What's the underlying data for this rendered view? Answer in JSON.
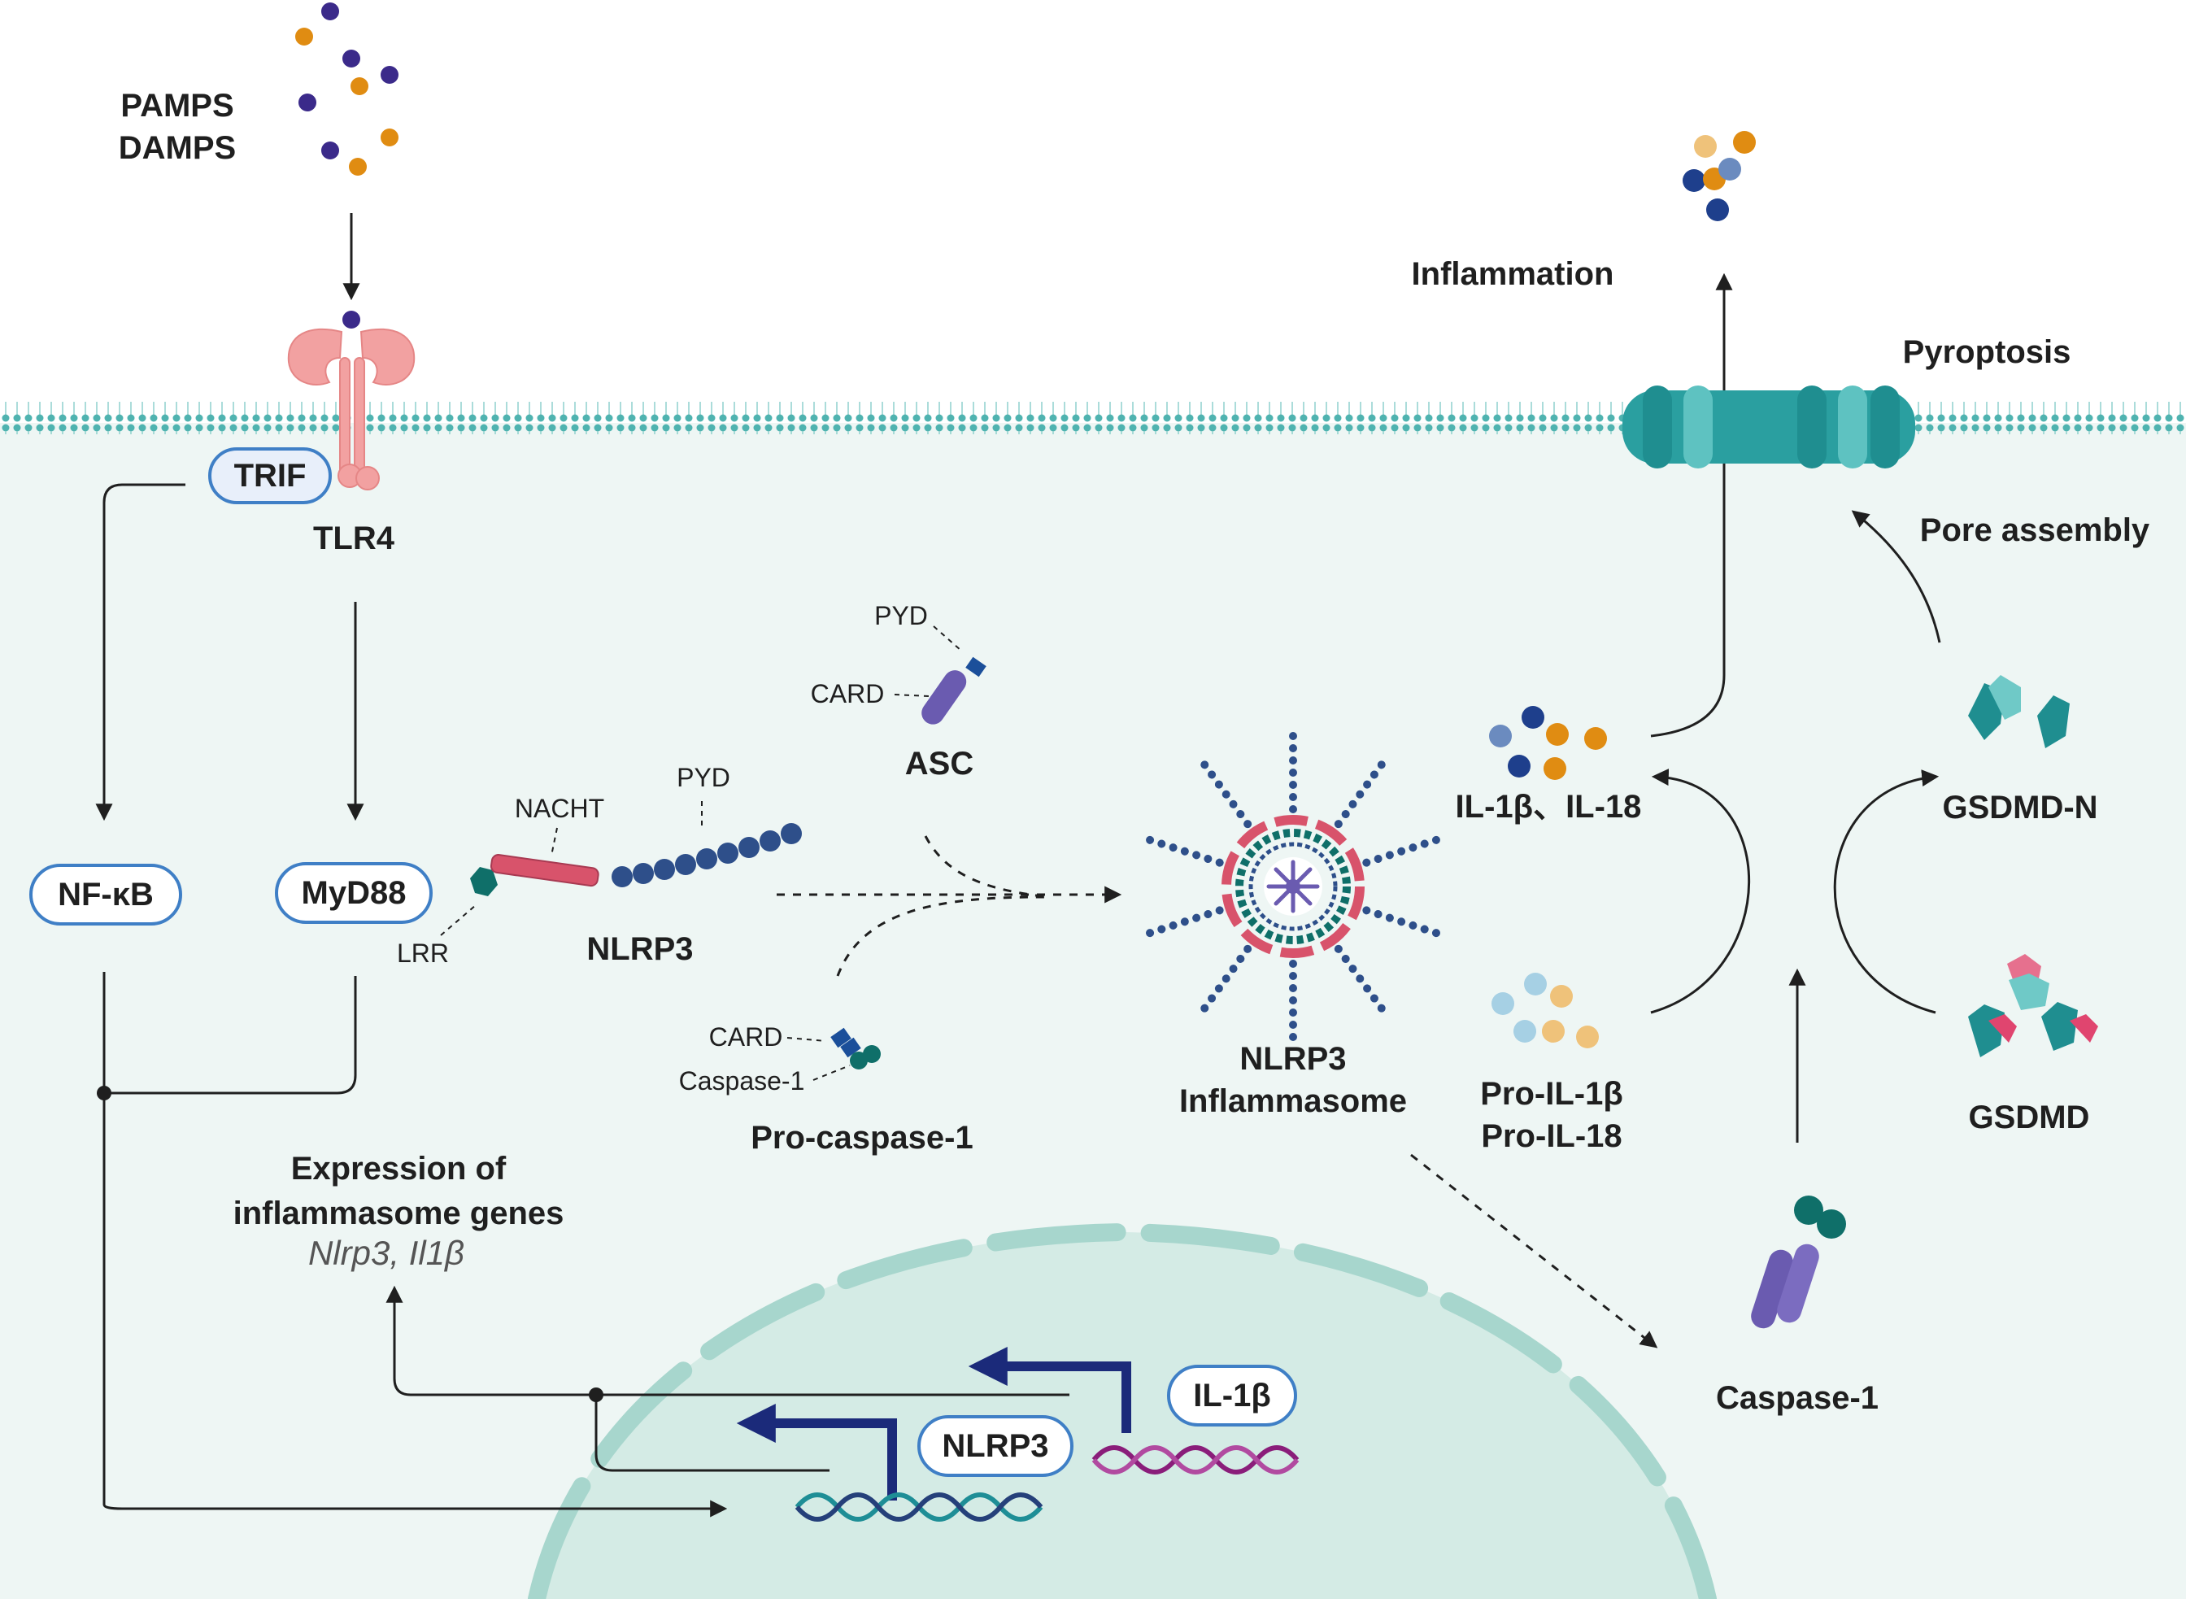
{
  "labels": {
    "pamps": "PAMPS",
    "damps": "DAMPS",
    "trif": "TRIF",
    "tlr4": "TLR4",
    "nfkb": "NF-κB",
    "myd88": "MyD88",
    "lrr": "LRR",
    "nacht": "NACHT",
    "pyd_nlrp3": "PYD",
    "nlrp3": "NLRP3",
    "pyd_asc": "PYD",
    "card_asc": "CARD",
    "asc": "ASC",
    "card_casp": "CARD",
    "caspase1_domain": "Caspase-1",
    "pro_caspase1": "Pro-caspase-1",
    "inflammasome_line1": "NLRP3",
    "inflammasome_line2": "Inflammasome",
    "il_mature": "IL-1β、IL-18",
    "pro_il1b": "Pro-IL-1β",
    "pro_il18": "Pro-IL-18",
    "gsdmd_n": "GSDMD-N",
    "gsdmd": "GSDMD",
    "caspase1": "Caspase-1",
    "inflammation": "Inflammation",
    "pyroptosis": "Pyroptosis",
    "pore_assembly": "Pore assembly",
    "expression_line1": "Expression of",
    "expression_line2": "inflammasome genes",
    "expression_genes": "Nlrp3, Il1β",
    "gene_il1b": "IL-1β",
    "gene_nlrp3": "NLRP3"
  },
  "colors": {
    "cytoplasm": "#eef6f4",
    "membrane": "#4fb3b0",
    "nucleus": "#d4ebe5",
    "pill_border": "#3f7fc6",
    "pill_fill": "#ffffff",
    "receptor": "#f2a1a1",
    "pamp_purple": "#3b2a8a",
    "pamp_orange": "#e08c12",
    "nlrp3_red": "#d8536b",
    "nlrp3_blue": "#2e4f8a",
    "teal_dark": "#0f6f69",
    "asc_purple": "#6a5bb0",
    "arrow_dark_blue": "#1b2a7a",
    "dna_teal": "#1e8e96",
    "dna_purple": "#8a1d7a"
  }
}
